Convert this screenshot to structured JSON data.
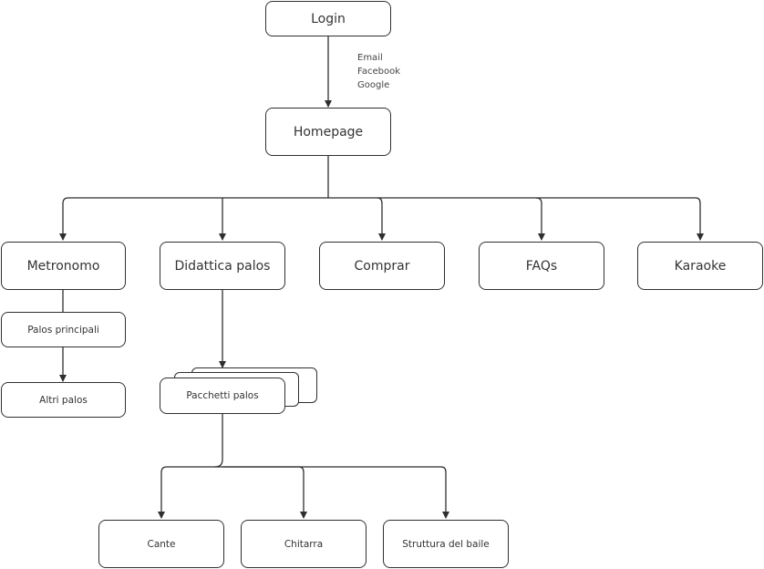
{
  "nodes": {
    "login": "Login",
    "homepage": "Homepage",
    "metronomo": "Metronomo",
    "didattica": "Didattica palos",
    "comprar": "Comprar",
    "faqs": "FAQs",
    "karaoke": "Karaoke",
    "palos_principali": "Palos principali",
    "altri_palos": "Altri palos",
    "pacchetti": "Pacchetti palos",
    "cante": "Cante",
    "chitarra": "Chitarra",
    "struttura": "Struttura del baile"
  },
  "login_methods": [
    "Email",
    "Facebook",
    "Google"
  ],
  "colors": {
    "stroke": "#2f2f2f",
    "background": "#ffffff"
  }
}
